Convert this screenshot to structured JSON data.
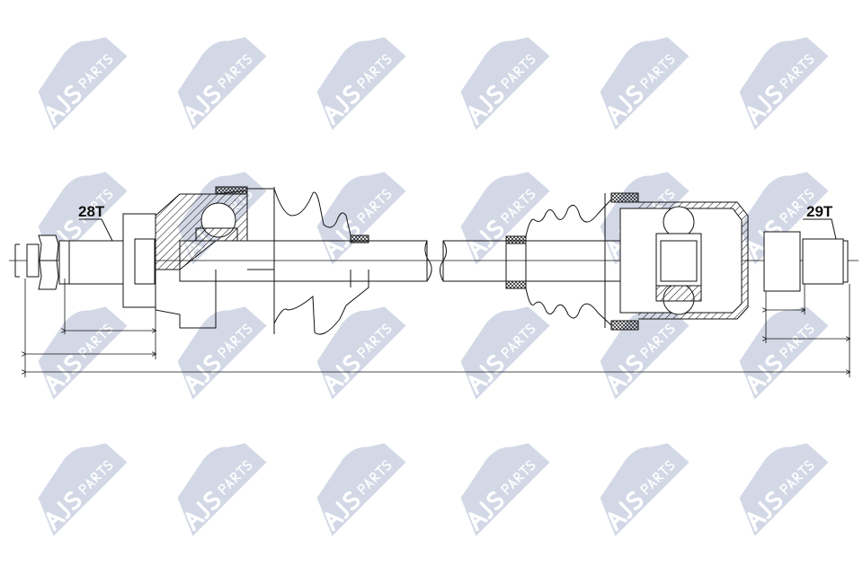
{
  "watermark": {
    "brand": "AJS",
    "word": "PARTS",
    "color": "#d3d8e6"
  },
  "labels": {
    "left_spline": "28T",
    "right_spline": "29T"
  },
  "colors": {
    "line": "#111111",
    "background": "#ffffff"
  }
}
